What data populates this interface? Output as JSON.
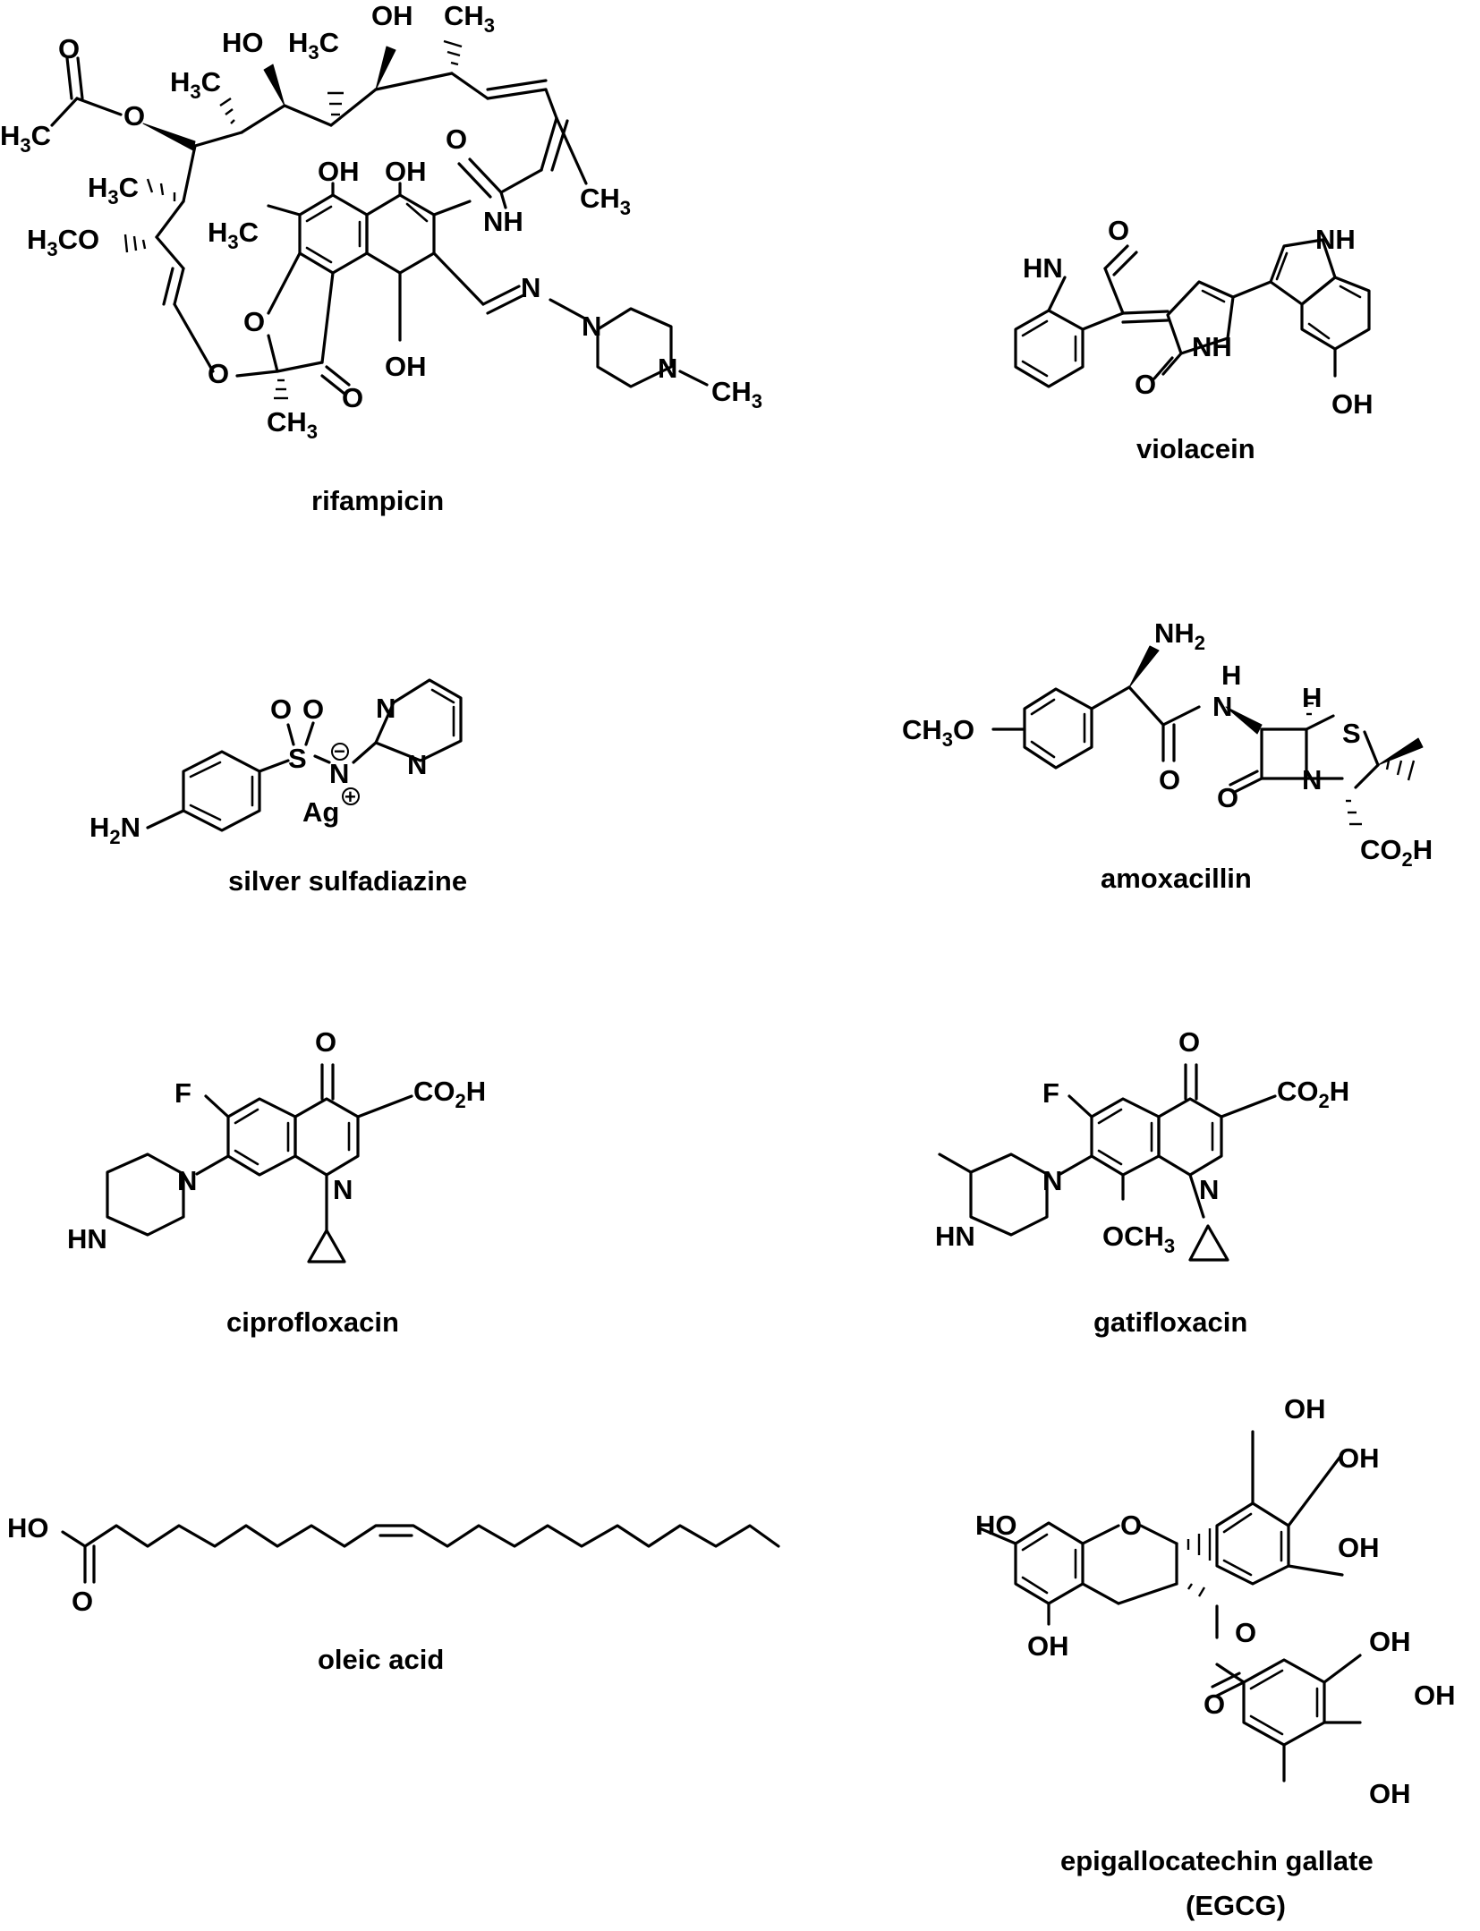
{
  "figure": {
    "compounds": [
      {
        "id": "rifampicin",
        "name": "rifampicin"
      },
      {
        "id": "violacein",
        "name": "violacein"
      },
      {
        "id": "silver_sulfadiazine",
        "name": "silver sulfadiazine"
      },
      {
        "id": "amoxacillin",
        "name": "amoxacillin"
      },
      {
        "id": "ciprofloxacin",
        "name": "ciprofloxacin"
      },
      {
        "id": "gatifloxacin",
        "name": "gatifloxacin"
      },
      {
        "id": "oleic_acid",
        "name": "oleic acid"
      },
      {
        "id": "egcg",
        "name": "epigallocatechin gallate",
        "name_line2": "(EGCG)"
      }
    ],
    "atom_labels": {
      "O": "O",
      "OH": "OH",
      "HO": "HO",
      "H": "H",
      "C": "C",
      "CH": "CH",
      "CO": "CO",
      "N": "N",
      "NH": "NH",
      "HN": "HN",
      "S": "S",
      "F": "F",
      "Ag": "Ag",
      "H3C_H": "H",
      "H3C_C": "C",
      "HCO": "CO",
      "sub2": "2",
      "sub3": "3",
      "minus": "−",
      "plus": "+"
    }
  }
}
